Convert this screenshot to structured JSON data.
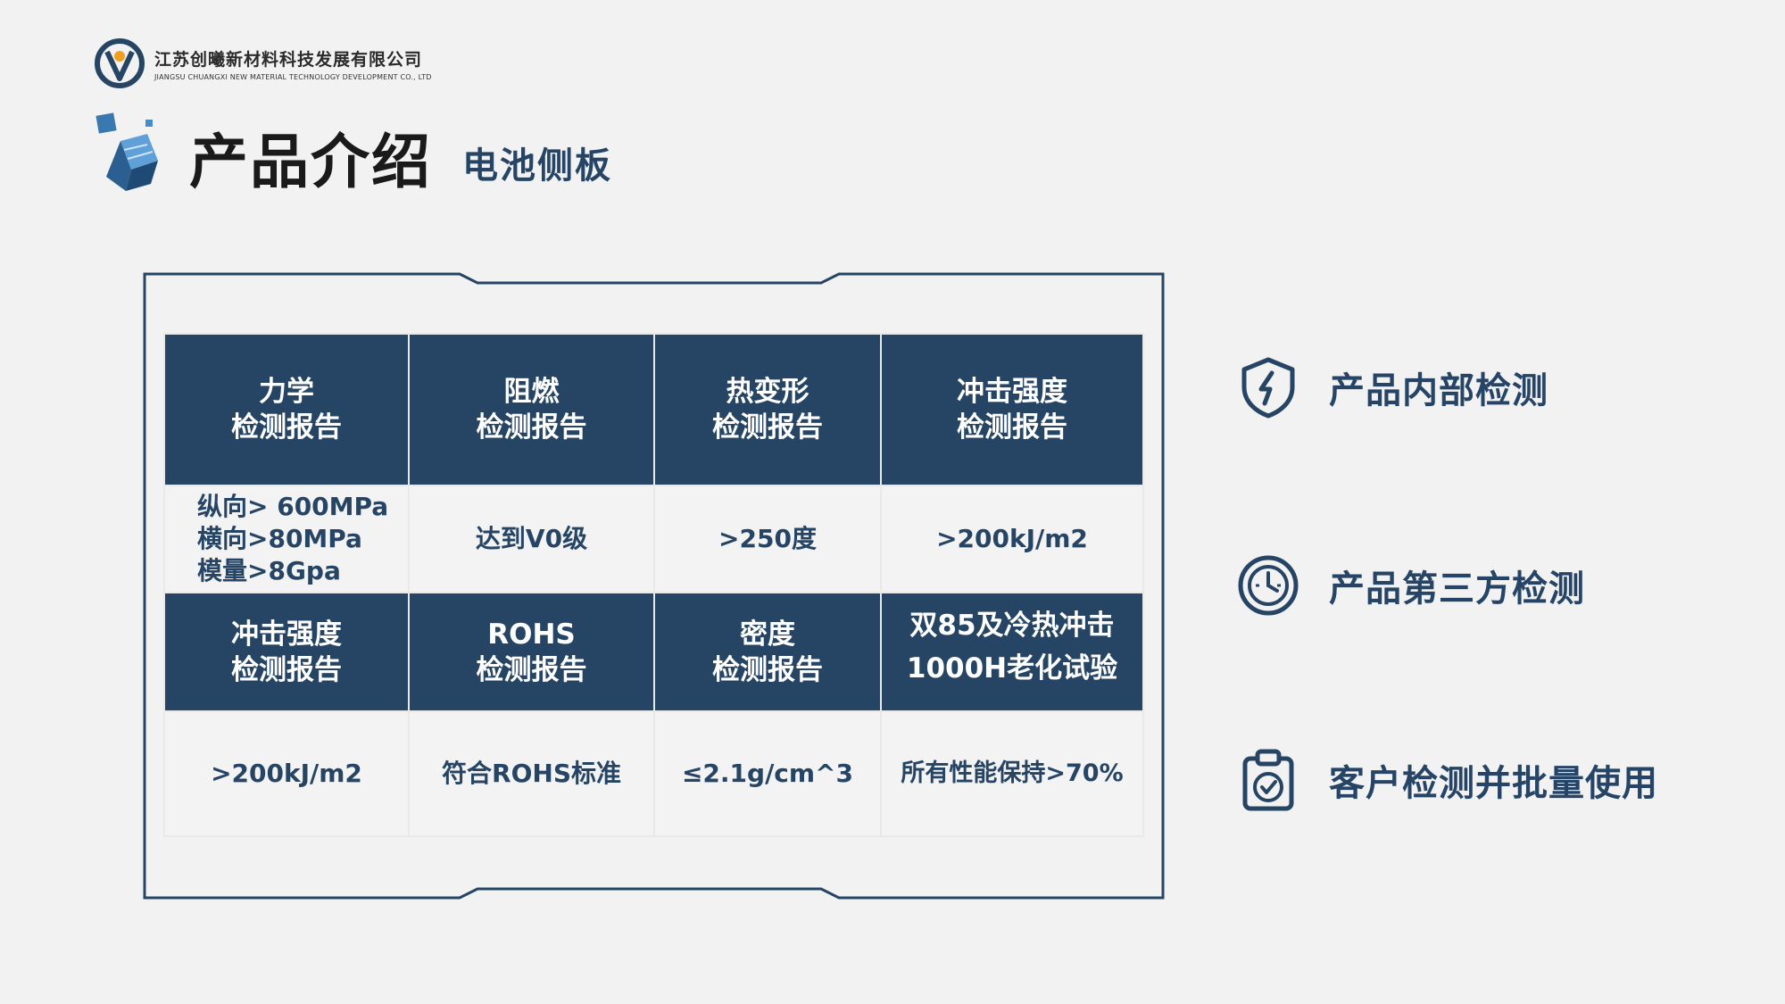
{
  "company": {
    "name_cn": "江苏创曦新材料科技发展有限公司",
    "name_en": "JIANGSU CHUANGXI NEW MATERIAL TECHNOLOGY DEVELOPMENT CO., LTD"
  },
  "header": {
    "title": "产品介绍",
    "subtitle": "电池侧板"
  },
  "table": {
    "row1_headers": [
      [
        "力学",
        "检测报告"
      ],
      [
        "阻燃",
        "检测报告"
      ],
      [
        "热变形",
        "检测报告"
      ],
      [
        "冲击强度",
        "检测报告"
      ]
    ],
    "row1_values": [
      [
        "纵向> 600MPa",
        "横向>80MPa",
        "模量>8Gpa"
      ],
      [
        "达到V0级"
      ],
      [
        ">250度"
      ],
      [
        ">200kJ/m2"
      ]
    ],
    "row2_headers": [
      [
        "冲击强度",
        "检测报告"
      ],
      [
        "ROHS",
        "检测报告"
      ],
      [
        "密度",
        "检测报告"
      ],
      [
        "双85及冷热冲击",
        "1000H老化试验"
      ]
    ],
    "row2_values": [
      [
        ">200kJ/m2"
      ],
      [
        "符合ROHS标准"
      ],
      [
        "≤2.1g/cm^3"
      ],
      [
        "所有性能保持>70%"
      ]
    ]
  },
  "checks": [
    {
      "label": "产品内部检测",
      "icon": "shield-lightning-icon"
    },
    {
      "label": "产品第三方检测",
      "icon": "stopwatch-icon"
    },
    {
      "label": "客户检测并批量使用",
      "icon": "clipboard-check-icon"
    }
  ],
  "colors": {
    "navy": "#264564",
    "accent_blue": "#2f7fc1",
    "background": "#f2f2f2"
  }
}
